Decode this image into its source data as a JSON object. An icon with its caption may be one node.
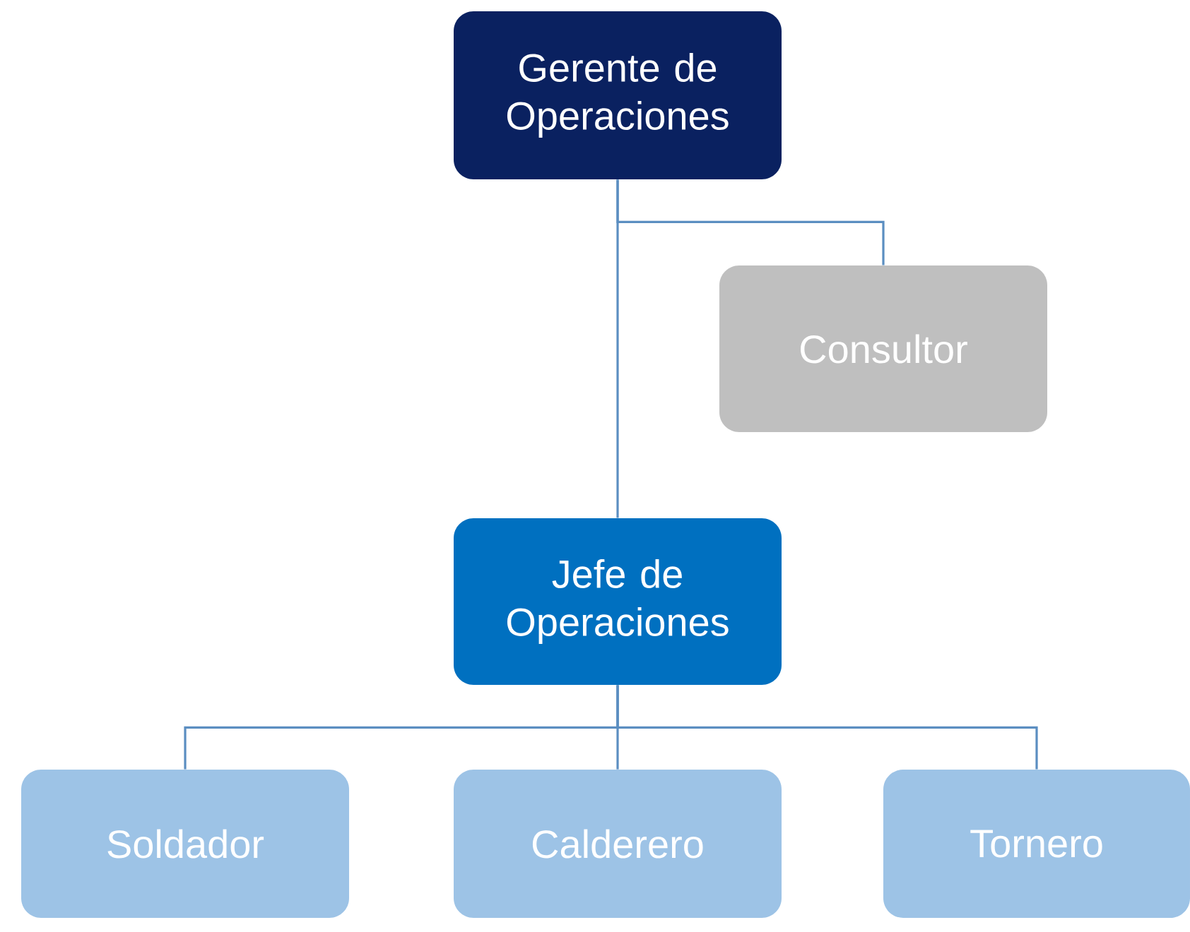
{
  "diagram": {
    "nodes": [
      {
        "text": [
          "Gerente de Operaciones"
        ]
      },
      {
        "text": [
          "Consultor"
        ]
      },
      {
        "text": [
          "Jefe de Operaciones"
        ]
      },
      {
        "text": [
          "Soldador"
        ]
      },
      {
        "text": [
          "Calderero"
        ]
      },
      {
        "text": [
          "Tornero"
        ]
      }
    ],
    "edges": [
      {
        "from": 0,
        "to": 2,
        "arrow": "none"
      },
      {
        "from": 0,
        "to": 1,
        "arrow": "none"
      },
      {
        "from": 2,
        "to": 3,
        "arrow": "none"
      },
      {
        "from": 2,
        "to": 4,
        "arrow": "none"
      },
      {
        "from": 2,
        "to": 5,
        "arrow": "none"
      }
    ]
  }
}
